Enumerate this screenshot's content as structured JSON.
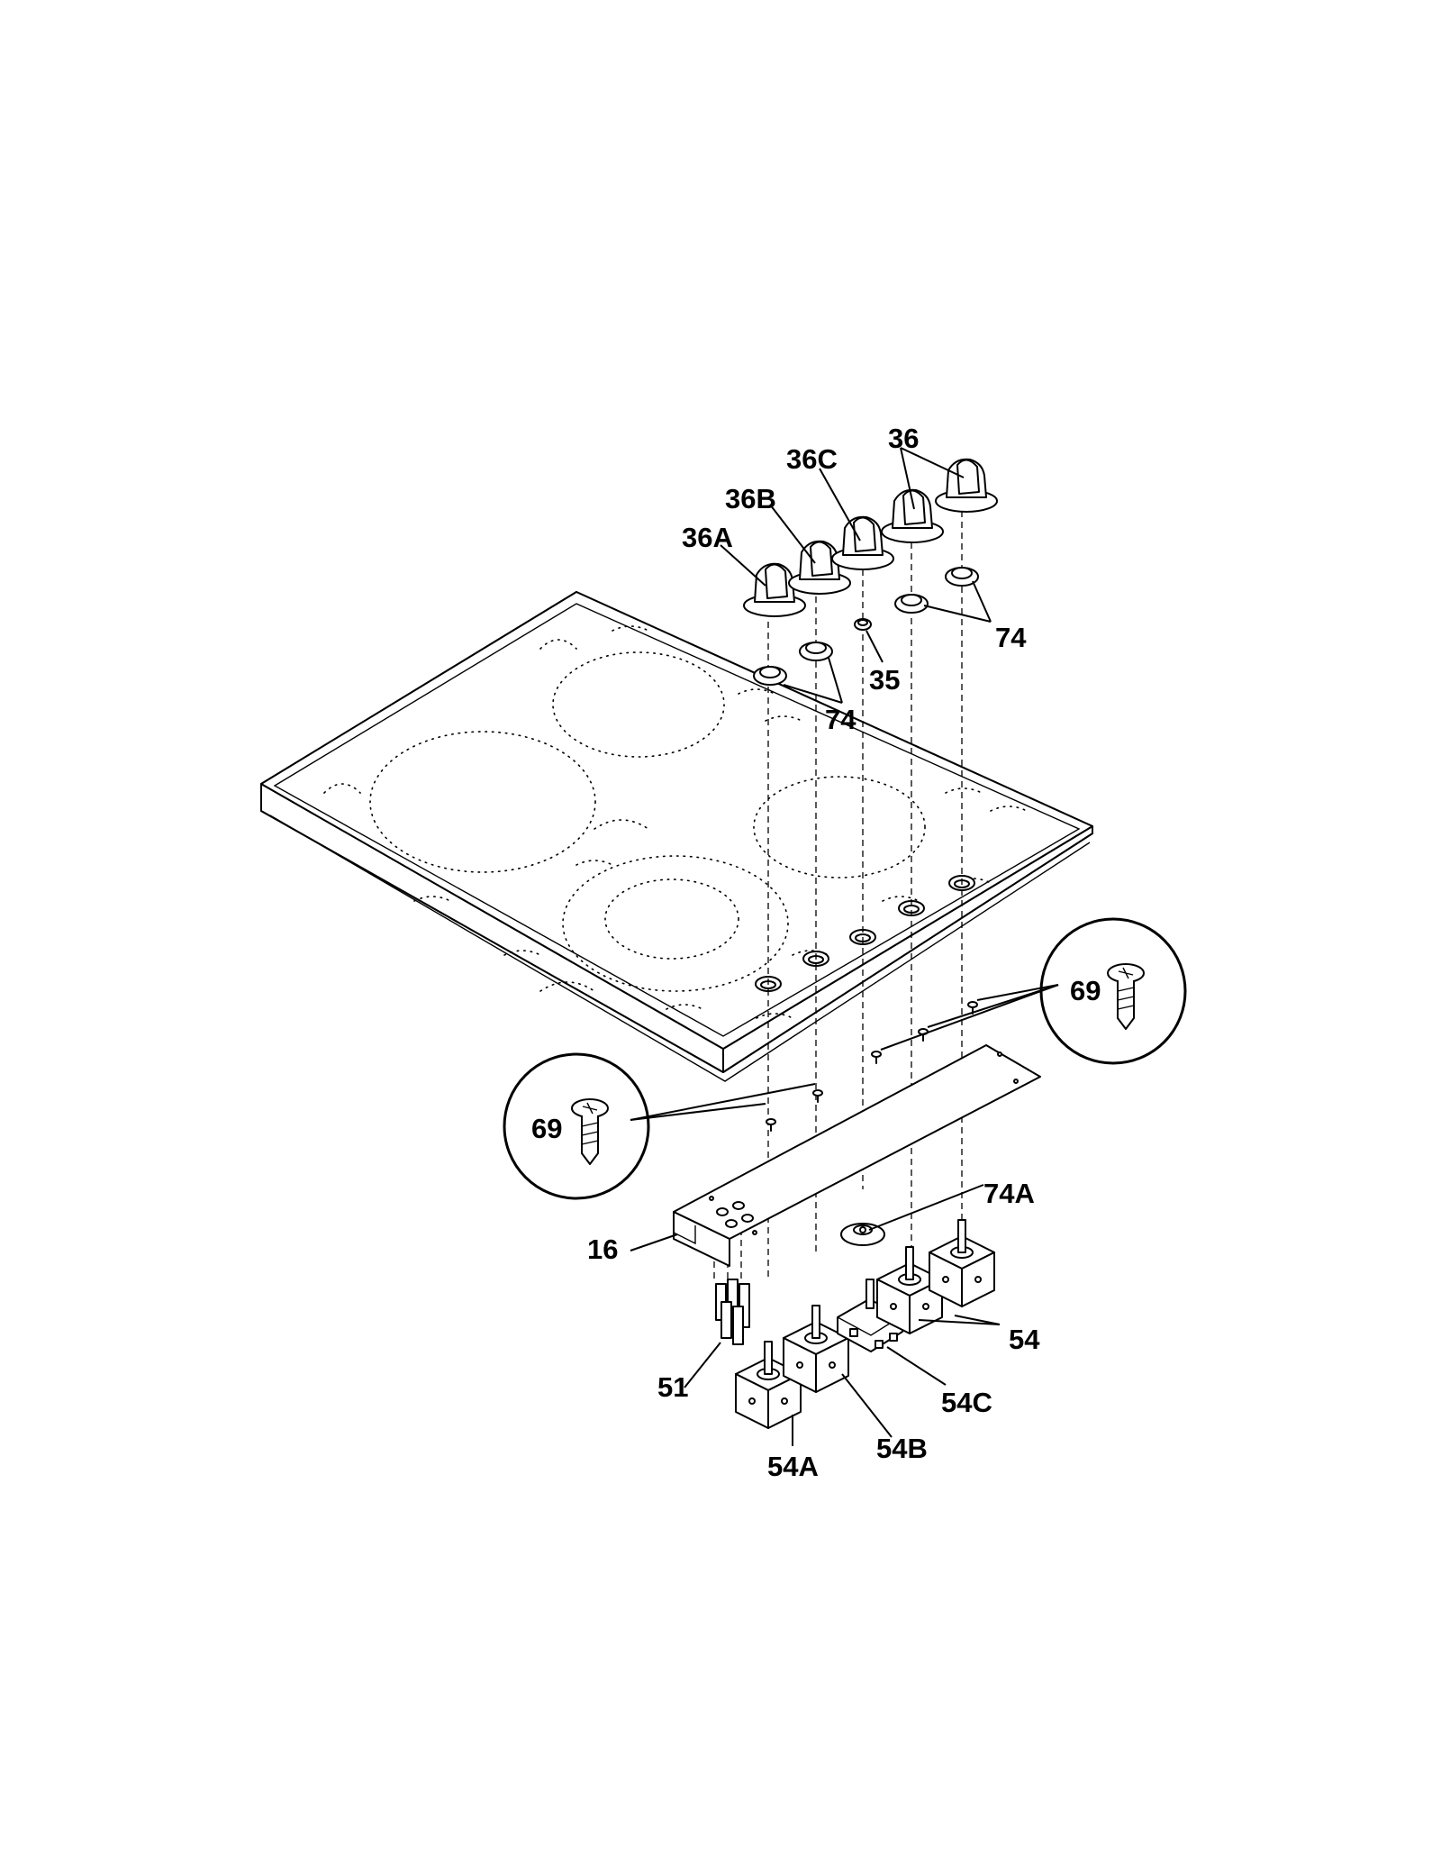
{
  "callouts": [
    {
      "id": "36",
      "text": "36"
    },
    {
      "id": "36C",
      "text": "36C"
    },
    {
      "id": "36B",
      "text": "36B"
    },
    {
      "id": "36A",
      "text": "36A"
    },
    {
      "id": "74-right",
      "text": "74"
    },
    {
      "id": "35",
      "text": "35"
    },
    {
      "id": "74-left",
      "text": "74"
    },
    {
      "id": "69-right",
      "text": "69"
    },
    {
      "id": "69-left",
      "text": "69"
    },
    {
      "id": "74A",
      "text": "74A"
    },
    {
      "id": "16",
      "text": "16"
    },
    {
      "id": "54",
      "text": "54"
    },
    {
      "id": "51",
      "text": "51"
    },
    {
      "id": "54C",
      "text": "54C"
    },
    {
      "id": "54B",
      "text": "54B"
    },
    {
      "id": "54A",
      "text": "54A"
    }
  ]
}
